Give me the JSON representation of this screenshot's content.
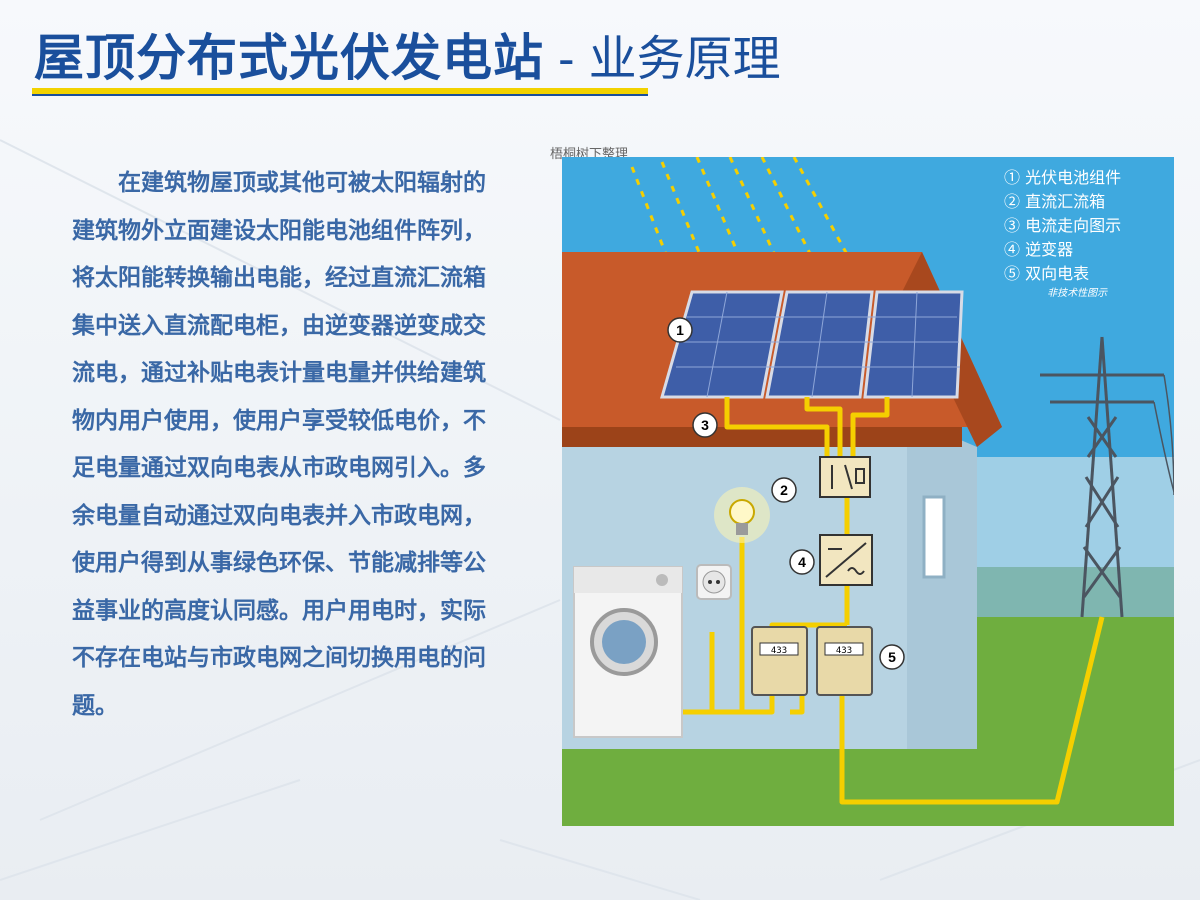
{
  "title": {
    "main": "屋顶分布式光伏发电站",
    "separator": "-",
    "sub": "业务原理"
  },
  "description": "在建筑物屋顶或其他可被太阳辐射的建筑物外立面建设太阳能电池组件阵列，将太阳能转换输出电能，经过直流汇流箱集中送入直流配电柜，由逆变器逆变成交流电，通过补贴电表计量电量并供给建筑物内用户使用，使用户享受较低电价，不足电量通过双向电表从市政电网引入。多余电量自动通过双向电表并入市政电网，使用户得到从事绿色环保、节能减排等公益事业的高度认同感。用户用电时，实际不存在电站与市政电网之间切换用电的问题。",
  "watermark": "梧桐树下整理",
  "legend": {
    "items": [
      "① 光伏电池组件",
      "② 直流汇流箱",
      "③ 电流走向图示",
      "④ 逆变器",
      "⑤ 双向电表"
    ],
    "note": "非技术性图示"
  },
  "markers": [
    "1",
    "2",
    "3",
    "4",
    "5"
  ],
  "meter_readings": [
    "433",
    "433"
  ],
  "colors": {
    "title": "#1a4f9c",
    "underline": "#f2d200",
    "body_text": "#3a68a6",
    "sky": "#3fa9df",
    "roof": "#c85a2a",
    "wall": "#b7d3e2",
    "grass": "#6fae3f",
    "wire": "#f5cf00"
  }
}
